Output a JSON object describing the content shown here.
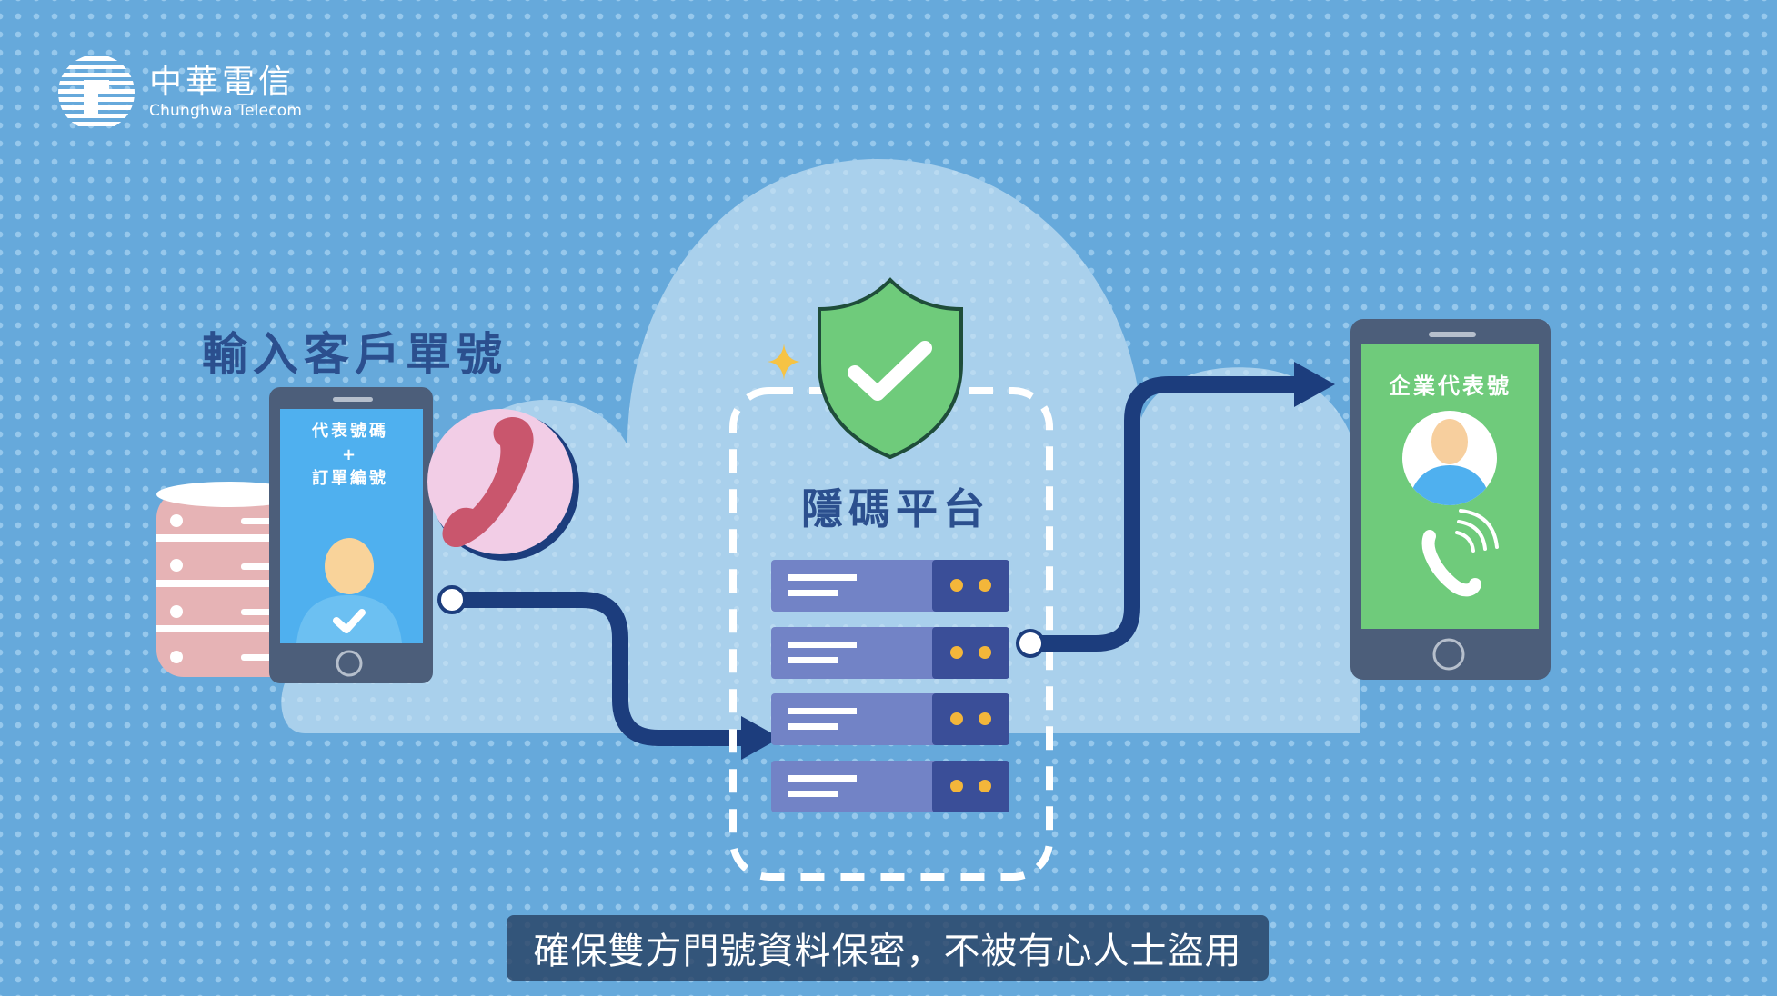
{
  "brand": {
    "name_zh": "中華電信",
    "name_en": "Chunghwa Telecom",
    "logo_icon": "chunghwa-telecom-logo"
  },
  "left_section": {
    "title": "輸入客戶單號",
    "phone_screen": {
      "line1": "代表號碼",
      "line2": "+",
      "line3": "訂單編號"
    },
    "icons": [
      "database-icon",
      "phone-handset-icon",
      "user-verified-icon"
    ]
  },
  "center_section": {
    "title": "隱碼平台",
    "icons": [
      "shield-check-icon",
      "sparkle-icon",
      "server-stack-icon"
    ],
    "server_count": 4
  },
  "right_section": {
    "phone_screen_title": "企業代表號",
    "icons": [
      "user-avatar-icon",
      "phone-ringing-icon"
    ]
  },
  "subtitle": "確保雙方門號資料保密，不被有心人士盜用",
  "colors": {
    "background": "#66a9db",
    "cloud": "#a9d0ec",
    "navy": "#1c3d7d",
    "title_text": "#2b4f8e",
    "shield_green": "#6fcb7b",
    "screen_green": "#6fcb7b",
    "screen_blue": "#4fb0ef",
    "phone_body": "#4c5e7a",
    "server_light": "#7283c6",
    "server_dark": "#3a4e98",
    "server_led": "#f3b63a",
    "pink_circle": "#f2cde6",
    "handset_red": "#c9566d",
    "db_pink": "#e6b3b5"
  }
}
